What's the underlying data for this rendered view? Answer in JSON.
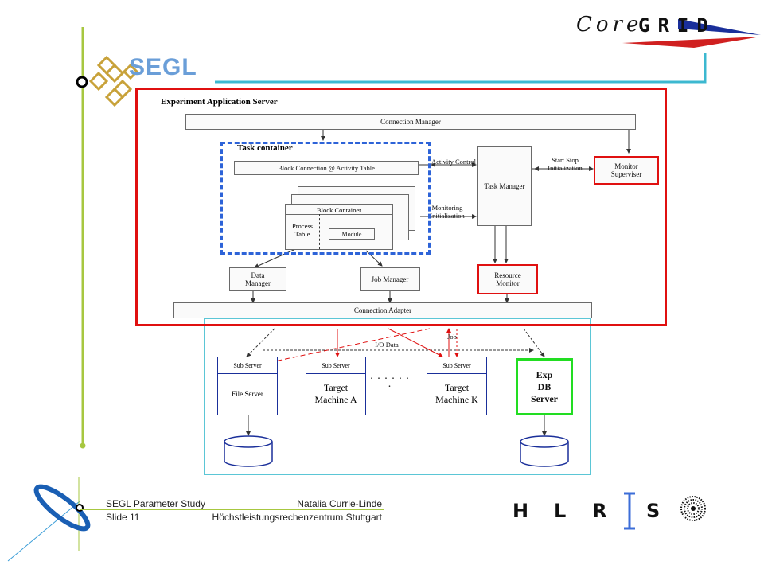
{
  "branding": {
    "segl_logo_text": "SEGL",
    "coregrid_prefix": "Core",
    "coregrid_suffix": "GRID",
    "hlrs_letters": [
      "H",
      "L",
      "R",
      "S"
    ]
  },
  "colors": {
    "accent_teal": "#3cb8d0",
    "accent_green": "#a7c740",
    "highlight_red": "#e01010",
    "highlight_green": "#22dd22",
    "diagram_blue": "#1a2f9a",
    "dash_blue": "#2d63d8"
  },
  "diagram": {
    "server_title": "Experiment Application Server",
    "connection_manager": "Connection Manager",
    "task_container": "Task container",
    "block_connection_table": "Block Connection @ Activity Table",
    "block_container": "Block Container",
    "process_table": "Process Table",
    "module": "Module",
    "activity_control": "Activity Control",
    "monitoring_initialization": "Monitoring Initialization",
    "task_manager": "Task Manager",
    "start_stop_init": "Start Stop Initialization",
    "monitor_superviser": "Monitor Superviser",
    "data_manager": "Data Manager",
    "job_manager": "Job Manager",
    "resource_monitor": "Resource Monitor",
    "connection_adapter": "Connection Adapter",
    "job_label": "Job",
    "io_data_label": "I/O Data",
    "ellipsis": ". . . . . . .",
    "servers": [
      {
        "header": "Sub Server",
        "body": "File Server"
      },
      {
        "header": "Sub Server",
        "body": "Target Machine A"
      },
      {
        "header": "Sub Server",
        "body": "Target Machine K"
      }
    ],
    "exp_db_server": "Exp DB Server"
  },
  "footer": {
    "title": "SEGL Parameter Study",
    "author": "Natalia Currle-Linde",
    "slide": "Slide 11",
    "institute": "Höchstleistungsrechenzentrum Stuttgart"
  }
}
